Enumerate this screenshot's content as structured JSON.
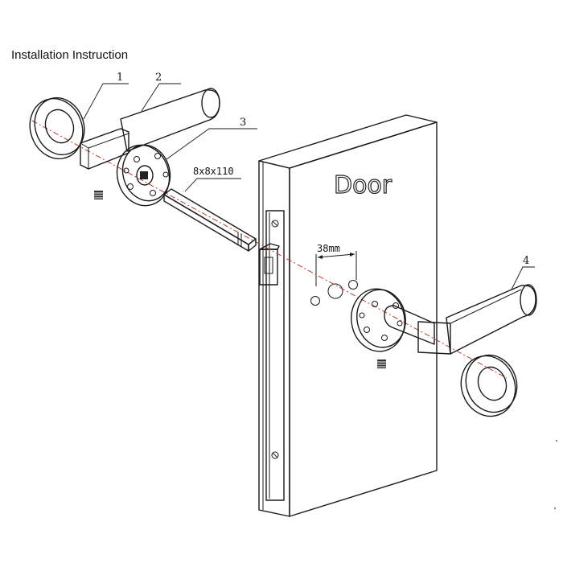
{
  "title": "Installation Instruction",
  "door_label": "Door",
  "callouts": {
    "part1": "1",
    "part2": "2",
    "part3": "3",
    "part4": "4"
  },
  "spindle_size": "8x8x110",
  "hole_spacing": "38mm",
  "colors": {
    "line": "#1a1a1a",
    "axis": "#c0392b",
    "background": "#ffffff"
  }
}
